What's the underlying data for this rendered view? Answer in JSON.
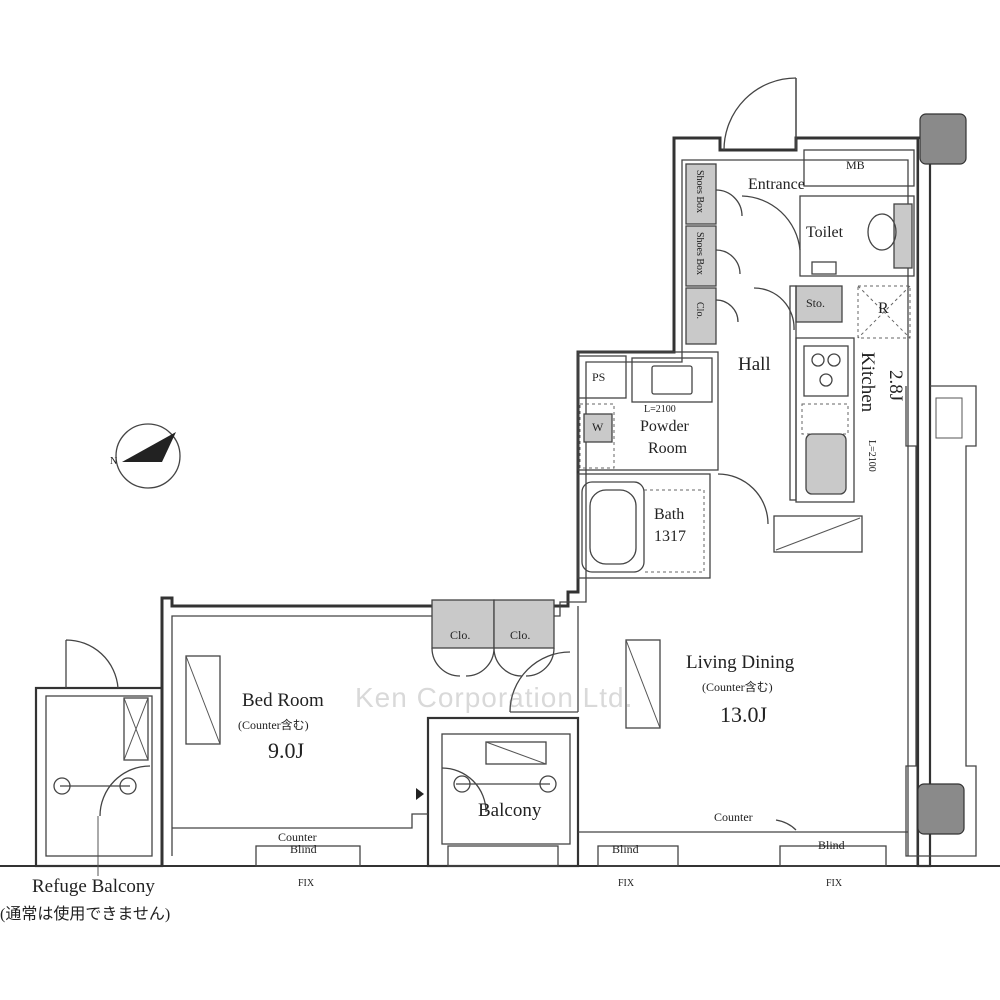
{
  "rooms": {
    "entrance": "Entrance",
    "mb": "MB",
    "toilet": "Toilet",
    "shoes_box_1": "Shoes Box",
    "shoes_box_2": "Shoes Box",
    "clo_hall": "Clo.",
    "sto": "Sto.",
    "refrigerator": "R",
    "hall": "Hall",
    "kitchen": "Kitchen",
    "kitchen_size": "2.8J",
    "kitchen_ceiling": "L=2100",
    "ps": "PS",
    "powder_ceiling": "L=2100",
    "powder_room_line1": "Powder",
    "powder_room_line2": "Room",
    "washer": "W",
    "bath": "Bath",
    "bath_size": "1317",
    "clo_1": "Clo.",
    "clo_2": "Clo.",
    "living_dining": "Living Dining",
    "living_note": "(Counter含む)",
    "living_size": "13.0J",
    "bed_room": "Bed Room",
    "bed_note": "(Counter含む)",
    "bed_size": "9.0J",
    "balcony": "Balcony",
    "refuge_balcony": "Refuge Balcony",
    "refuge_note": "(通常は使用できません)",
    "counter_bed": "Counter",
    "blind_bed": "Blind",
    "counter_living": "Counter",
    "blind_living_1": "Blind",
    "blind_living_2": "Blind",
    "fix_1": "FIX",
    "fix_2": "FIX",
    "fix_3": "FIX",
    "compass_n": "N"
  },
  "watermark": "Ken Corporation Ltd.",
  "colors": {
    "wall": "#333333",
    "fixture_fill": "#c9c9c9",
    "column_fill": "#8a8a8a"
  }
}
